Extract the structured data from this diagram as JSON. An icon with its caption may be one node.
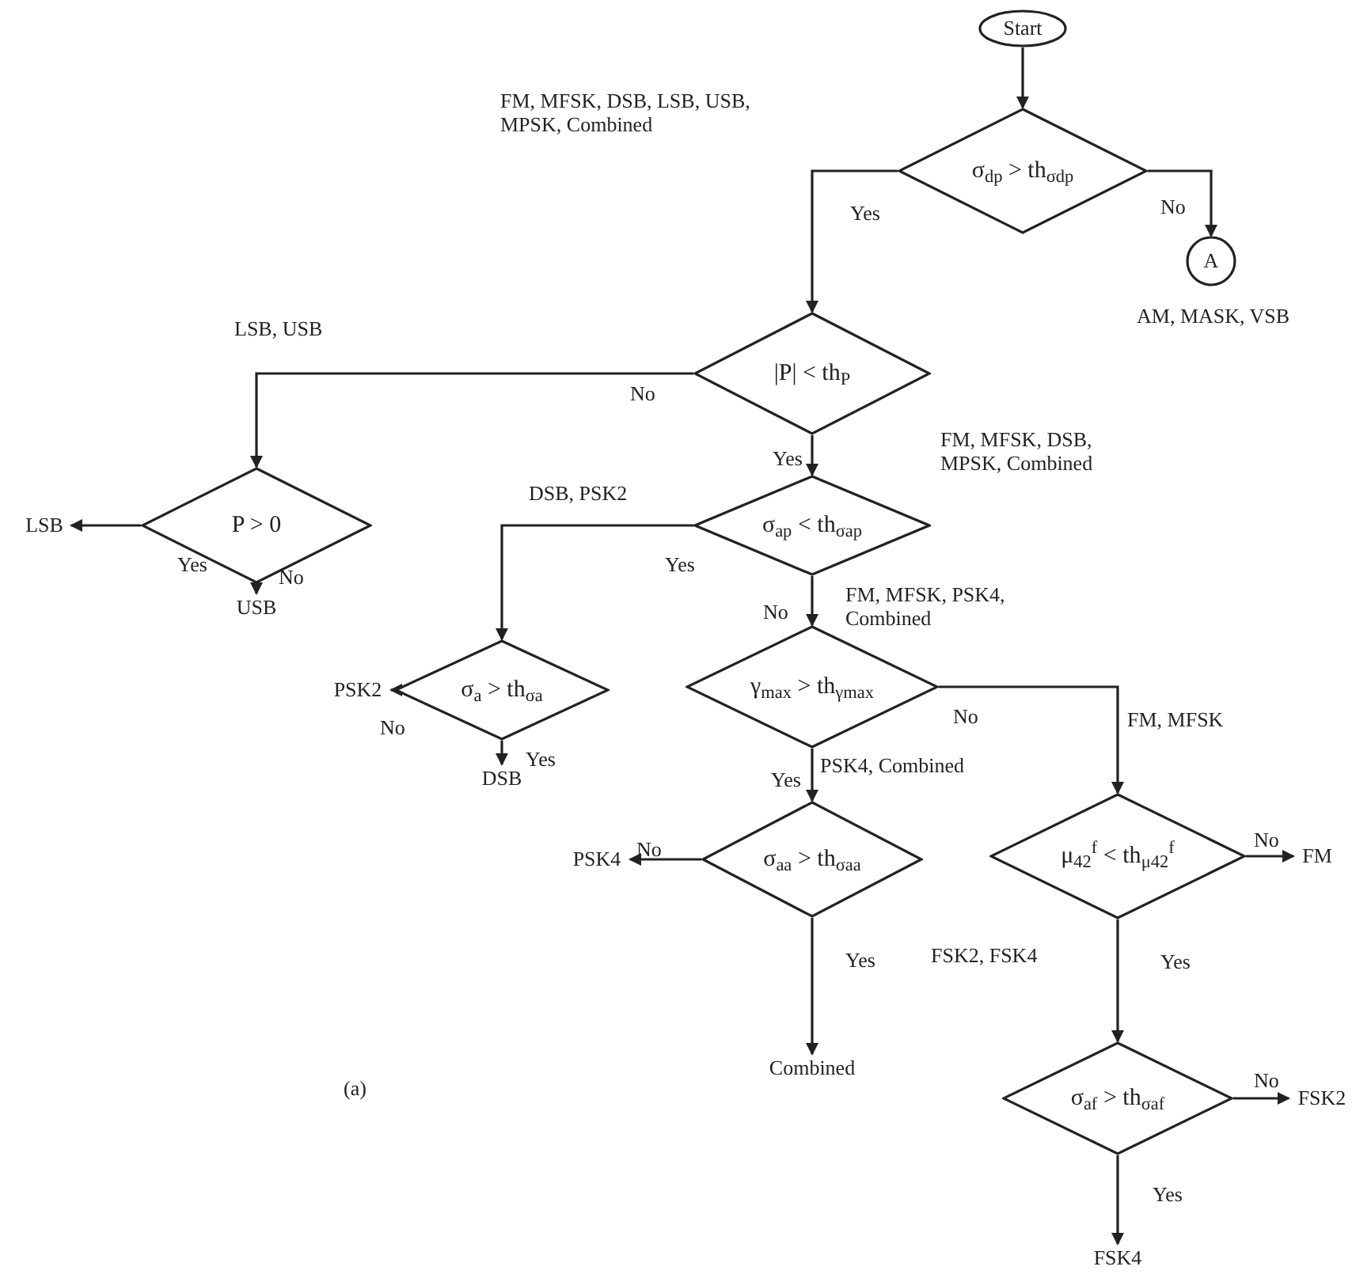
{
  "diagram": {
    "nodes": [
      {
        "text": [
          "Start"
        ]
      },
      {
        "text": [
          "σ$_{dp}$ > th$_{σdp}$"
        ]
      },
      {
        "text": [
          "A"
        ],
        "beside": [
          "AM, MASK, VSB"
        ]
      },
      {
        "text": [
          "|P| < th$_{P}$"
        ]
      },
      {
        "text": [
          "P > 0"
        ]
      },
      {
        "text": [
          "LSB"
        ]
      },
      {
        "text": [
          "USB"
        ]
      },
      {
        "text": [
          "σ$_{ap}$ < th$_{σap}$"
        ]
      },
      {
        "text": [
          "σ$_{a}$ > th$_{σa}$"
        ]
      },
      {
        "text": [
          "PSK2"
        ]
      },
      {
        "text": [
          "DSB"
        ]
      },
      {
        "text": [
          "γ$_{max}$ > th$_{γmax}$"
        ]
      },
      {
        "text": [
          "σ$_{aa}$ > th$_{σaa}$"
        ]
      },
      {
        "text": [
          "PSK4"
        ]
      },
      {
        "text": [
          "Combined"
        ]
      },
      {
        "text": [
          "μ$_{42}$$^{f}$ < th$_{μ42}$$^{f}$"
        ]
      },
      {
        "text": [
          "FM"
        ]
      },
      {
        "text": [
          "σ$_{af}$ > th$_{σaf}$"
        ]
      },
      {
        "text": [
          "FSK2"
        ]
      },
      {
        "text": [
          "FSK4"
        ]
      }
    ],
    "edges": [
      {
        "from": 0,
        "to": 1,
        "arrow": "to"
      },
      {
        "from": 1,
        "to": 3,
        "arrow": "to",
        "label": "Yes"
      },
      {
        "from": 1,
        "to": 2,
        "arrow": "to",
        "label": "No"
      },
      {
        "from": 3,
        "to": 4,
        "arrow": "to",
        "label": "No"
      },
      {
        "from": 4,
        "to": 5,
        "arrow": "to",
        "label": "Yes"
      },
      {
        "from": 4,
        "to": 6,
        "arrow": "to",
        "label": "No"
      },
      {
        "from": 3,
        "to": 7,
        "arrow": "to",
        "label": "Yes"
      },
      {
        "from": 7,
        "to": 8,
        "arrow": "to",
        "label": "Yes"
      },
      {
        "from": 7,
        "to": 11,
        "arrow": "to",
        "label": "No"
      },
      {
        "from": 8,
        "to": 9,
        "arrow": "to",
        "label": "No"
      },
      {
        "from": 8,
        "to": 10,
        "arrow": "to",
        "label": "Yes"
      },
      {
        "from": 11,
        "to": 12,
        "arrow": "to",
        "label": "Yes"
      },
      {
        "from": 11,
        "to": 15,
        "arrow": "to",
        "label": "No"
      },
      {
        "from": 12,
        "to": 13,
        "arrow": "to",
        "label": "No"
      },
      {
        "from": 12,
        "to": 14,
        "arrow": "to",
        "label": "Yes"
      },
      {
        "from": 15,
        "to": 16,
        "arrow": "to",
        "label": "No"
      },
      {
        "from": 15,
        "to": 17,
        "arrow": "to",
        "label": "Yes"
      },
      {
        "from": 17,
        "to": 18,
        "arrow": "to",
        "label": "No"
      },
      {
        "from": 17,
        "to": 19,
        "arrow": "to",
        "label": "Yes"
      }
    ],
    "labels": [
      "FM, MFSK, DSB, LSB, USB, MPSK, Combined",
      "LSB, USB",
      "FM, MFSK, DSB, MPSK, Combined",
      "DSB, PSK2",
      "FM, MFSK, PSK4, Combined",
      "FM, MFSK",
      "PSK4, Combined",
      "FSK2, FSK4",
      "(a)"
    ]
  }
}
